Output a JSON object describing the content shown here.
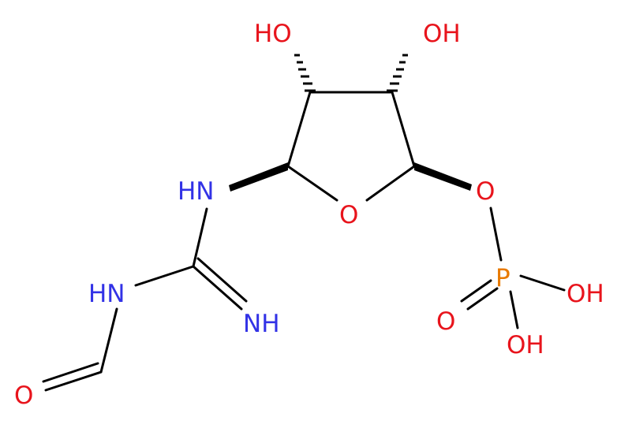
{
  "colors": {
    "carbon_bond": "#000000",
    "oxygen": "#e8141c",
    "nitrogen": "#3232e6",
    "phosphorus": "#e87a00"
  },
  "atoms": {
    "ho_left": "HO",
    "ho_right": "OH",
    "ring_o": "O",
    "nh_top": "HN",
    "ester_o": "O",
    "p": "P",
    "p_oh_right": "OH",
    "p_eq_o": "O",
    "p_oh_bottom": "OH",
    "nh_mid": "HN",
    "nh_imine": "NH",
    "formyl_o": "O"
  }
}
